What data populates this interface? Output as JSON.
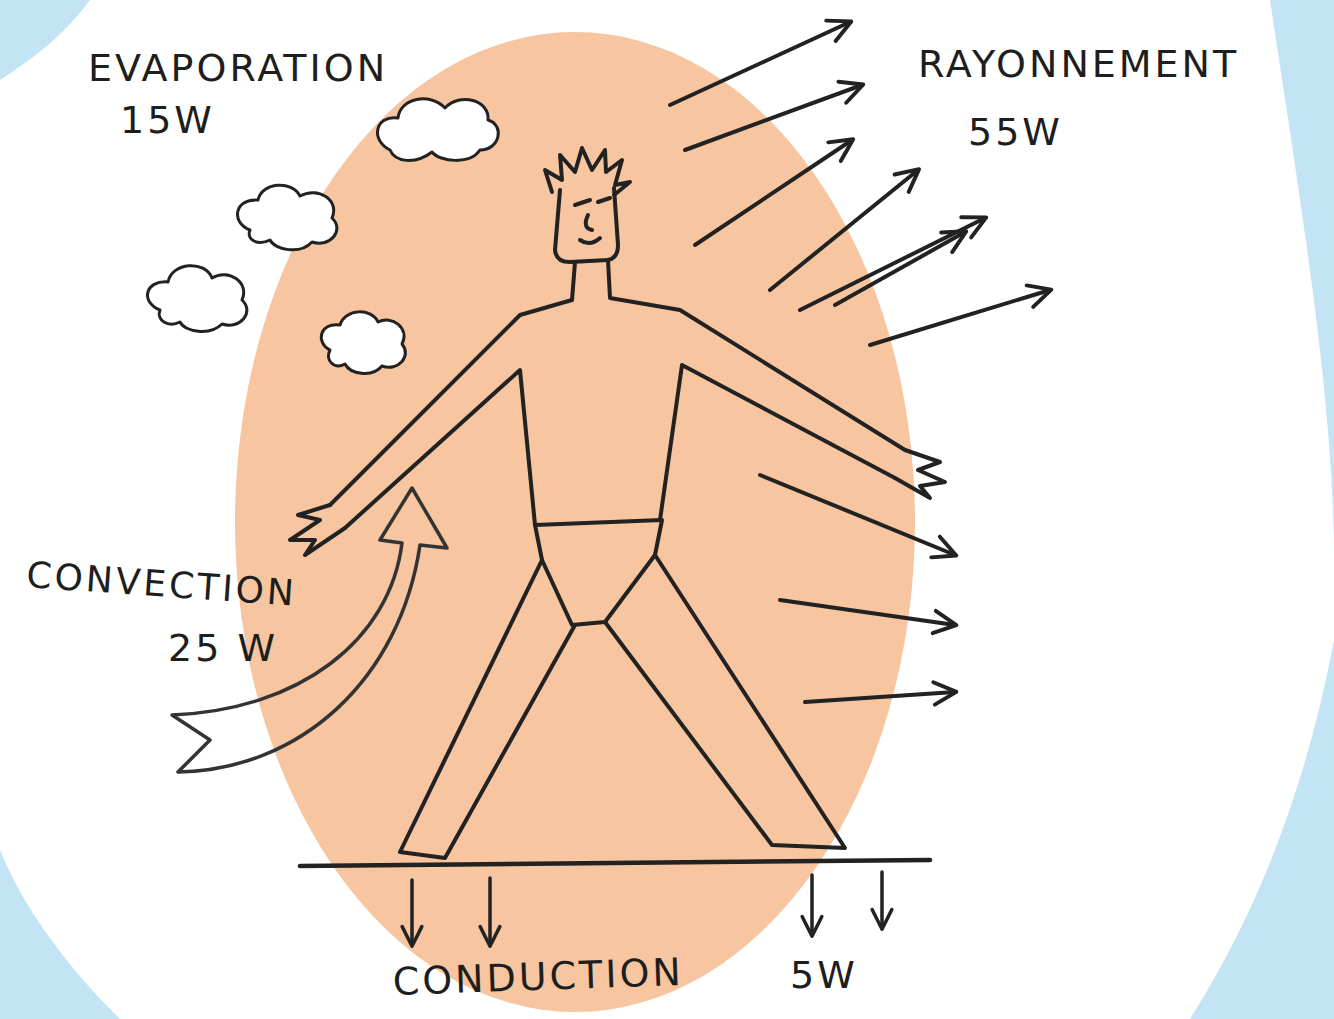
{
  "diagram": {
    "labels": [
      "EVAPORATION",
      "15W",
      "RAYONNEMENT",
      "55W",
      "CONVECTION",
      "25 W",
      "CONDUCTION",
      "5W"
    ]
  }
}
